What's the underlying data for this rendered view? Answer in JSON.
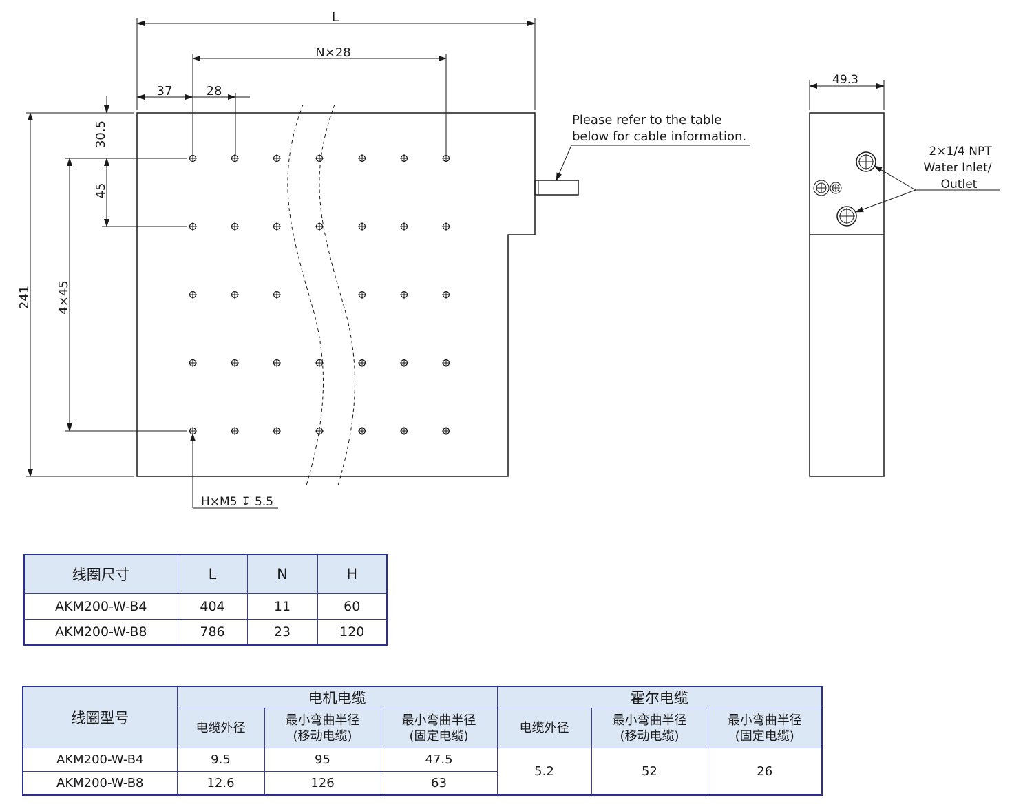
{
  "drawing": {
    "labels": {
      "L": "L",
      "N28": "N×28",
      "d37": "37",
      "d28": "28",
      "d30_5": "30.5",
      "d45": "45",
      "d4x45": "4×45",
      "d241": "241",
      "hole_spec": "H×M5",
      "depth_symbol": "↧",
      "hole_depth": "5.5",
      "cable_note_1": "Please refer to the table",
      "cable_note_2": "below for cable information.",
      "d49_3": "49.3",
      "water_1": "2×1/4 NPT",
      "water_2": "Water Inlet/",
      "water_3": "Outlet"
    }
  },
  "size_table": {
    "headers": [
      "线圈尺寸",
      "L",
      "N",
      "H"
    ],
    "rows": [
      [
        "AKM200-W-B4",
        "404",
        "11",
        "60"
      ],
      [
        "AKM200-W-B8",
        "786",
        "23",
        "120"
      ]
    ]
  },
  "cable_table": {
    "model_header": "线圈型号",
    "groups": [
      "电机电缆",
      "霍尔电缆"
    ],
    "subheaders": [
      [
        "电缆外径"
      ],
      [
        "最小弯曲半径",
        "(移动电缆)"
      ],
      [
        "最小弯曲半径",
        "(固定电缆)"
      ],
      [
        "电缆外径"
      ],
      [
        "最小弯曲半径",
        "(移动电缆)"
      ],
      [
        "最小弯曲半径",
        "(固定电缆)"
      ]
    ],
    "rows": [
      {
        "model": "AKM200-W-B4",
        "motor": [
          "9.5",
          "95",
          "47.5"
        ]
      },
      {
        "model": "AKM200-W-B8",
        "motor": [
          "12.6",
          "126",
          "63"
        ]
      }
    ],
    "hall": [
      "5.2",
      "52",
      "26"
    ]
  }
}
